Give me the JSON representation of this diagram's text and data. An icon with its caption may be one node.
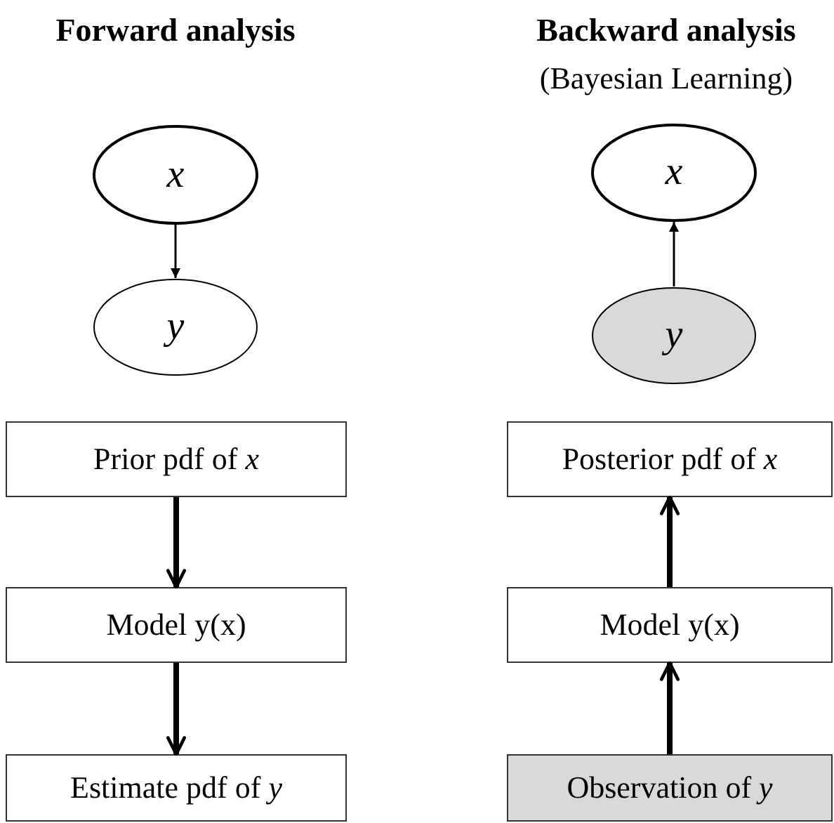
{
  "diagram": {
    "nodes": [
      {
        "text": [
          "x"
        ]
      },
      {
        "text": [
          "y"
        ]
      },
      {
        "text": [
          "x"
        ]
      },
      {
        "text": [
          "y"
        ]
      },
      {
        "text": [
          "Prior pdf of *x*"
        ]
      },
      {
        "text": [
          "Model y(x)"
        ]
      },
      {
        "text": [
          "Estimate pdf of *y*"
        ]
      },
      {
        "text": [
          "Posterior pdf of *x*"
        ]
      },
      {
        "text": [
          "Model y(x)"
        ]
      },
      {
        "text": [
          "Observation of *y*"
        ]
      }
    ],
    "edges": [
      {
        "from": 0,
        "to": 1,
        "arrow": "to"
      },
      {
        "from": 3,
        "to": 2,
        "arrow": "to"
      },
      {
        "from": 4,
        "to": 5,
        "arrow": "to"
      },
      {
        "from": 5,
        "to": 6,
        "arrow": "to"
      },
      {
        "from": 9,
        "to": 8,
        "arrow": "to"
      },
      {
        "from": 8,
        "to": 7,
        "arrow": "to"
      }
    ],
    "labels": [
      "Forward analysis",
      "Backward analysis",
      "(Bayesian Learning)"
    ]
  }
}
